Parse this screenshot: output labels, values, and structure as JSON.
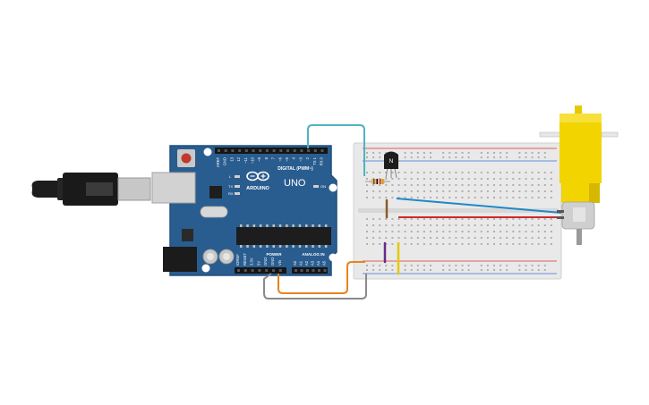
{
  "arduino": {
    "brand": "ARDUINO",
    "model": "UNO",
    "digital_label": "DIGITAL (PWM~)",
    "power_label": "POWER",
    "analog_label": "ANALOG IN",
    "on_label": "ON",
    "l_label": "L",
    "tx_label": "TX",
    "rx_label": "RX",
    "digital_pins": [
      "AREF",
      "GND",
      "13",
      "12",
      "~11",
      "~10",
      "~9",
      "8",
      "7",
      "~6",
      "~5",
      "4",
      "~3",
      "2",
      "TX 1",
      "RX 0"
    ],
    "power_pins": [
      "IOREF",
      "RESET",
      "3.3V",
      "5V",
      "GND",
      "GND",
      "Vin"
    ],
    "analog_pins": [
      "A0",
      "A1",
      "A2",
      "A3",
      "A4",
      "A5"
    ]
  },
  "transistor": {
    "label": "N"
  },
  "colors": {
    "board": "#2a5d8f",
    "board_edge": "#1f4e7c",
    "breadboard": "#e9e9e9",
    "rail_red": "#d93030",
    "rail_blue": "#3a6fcf",
    "wire_cyan": "#4fb3c0",
    "wire_orange": "#e8841c",
    "wire_gray": "#8a8a8a",
    "wire_blue": "#1e88c8",
    "wire_red": "#d02828",
    "motor_yellow": "#f2d400",
    "motor_shadow": "#d6b800"
  }
}
